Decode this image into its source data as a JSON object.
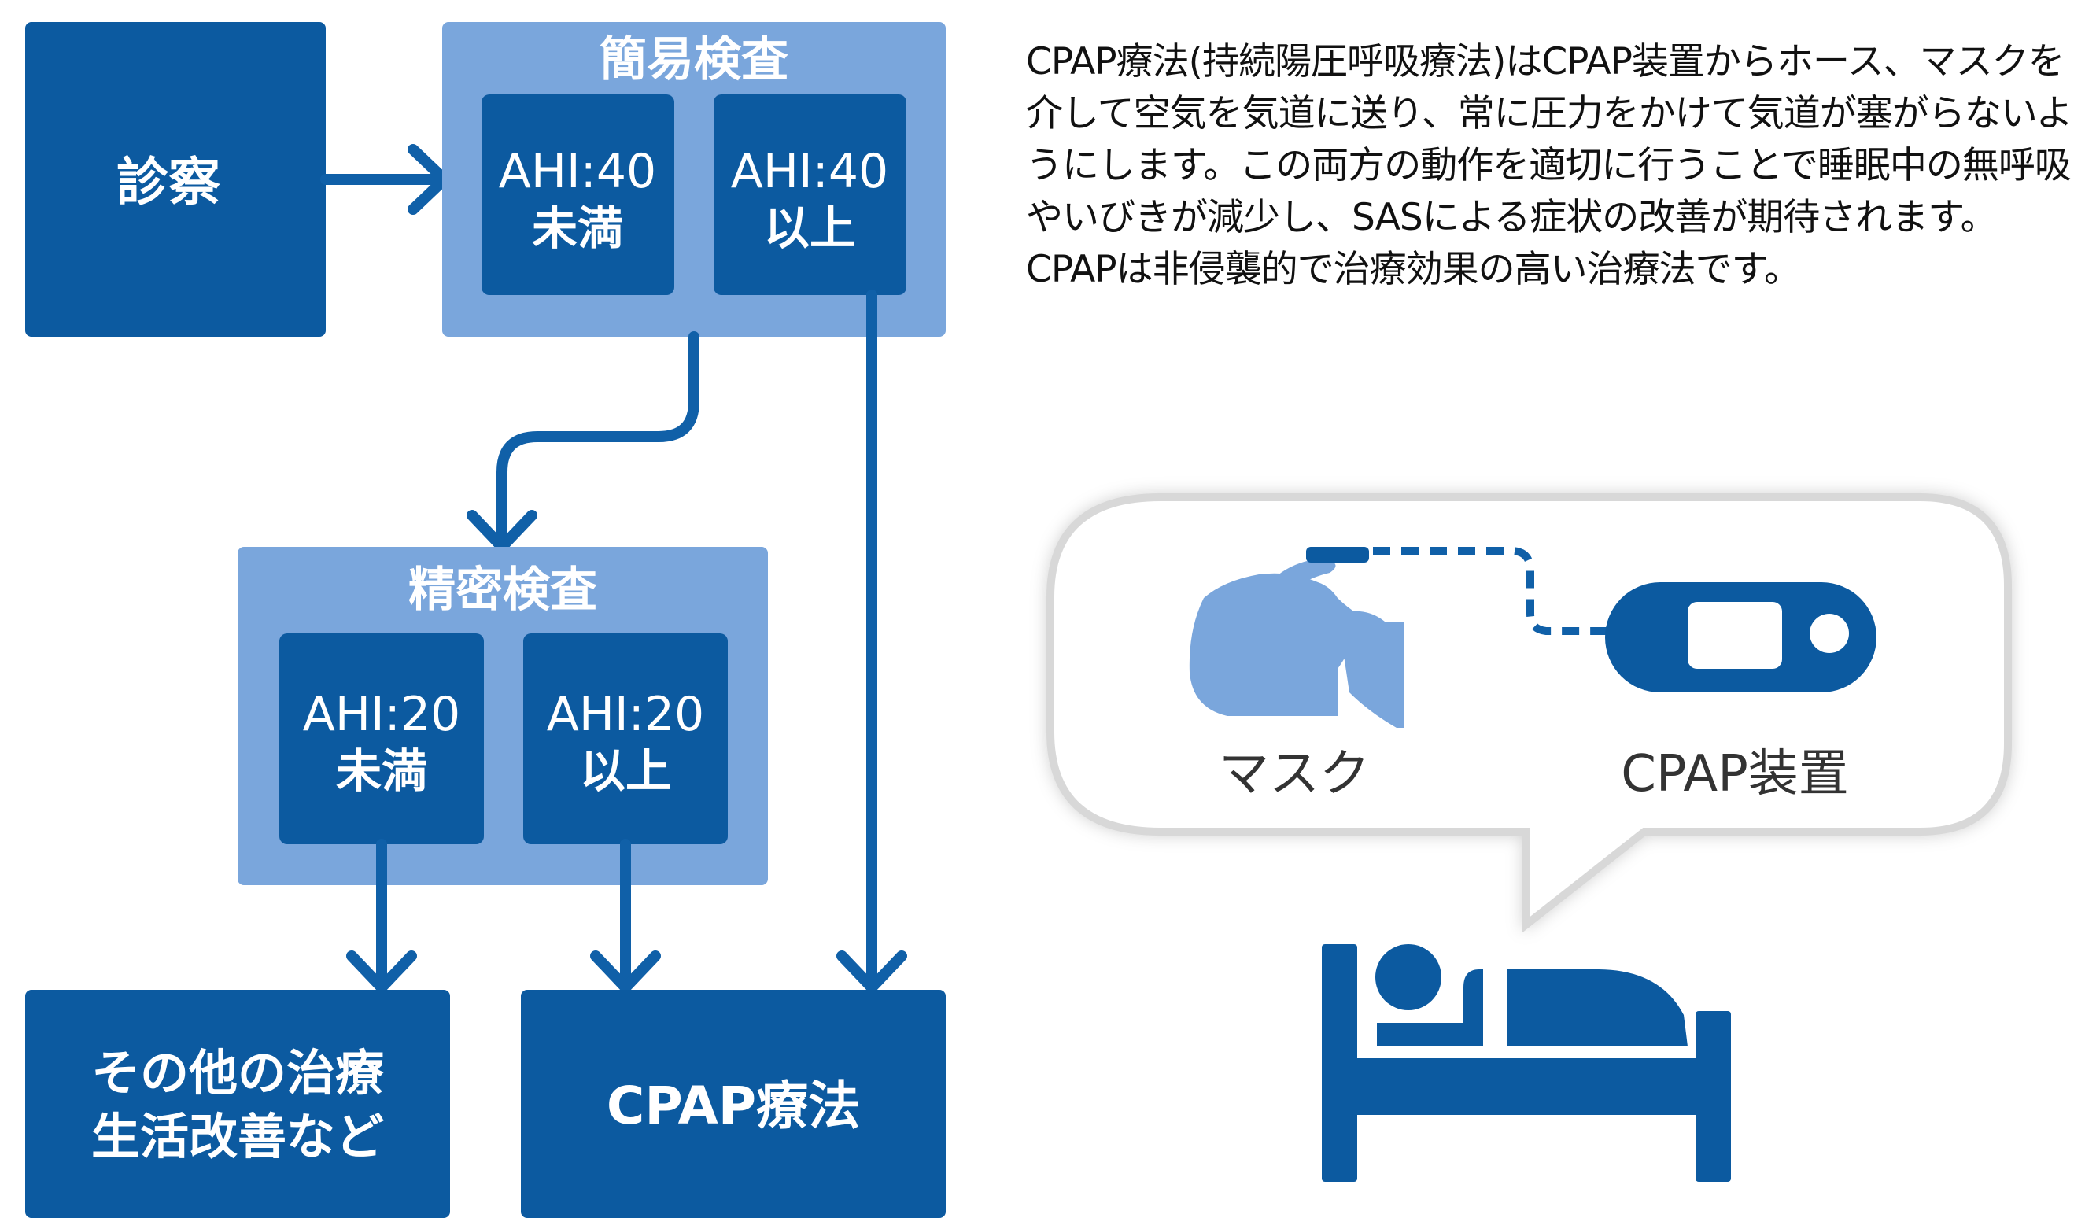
{
  "flow": {
    "consult": "診察",
    "screening": {
      "title": "簡易検査",
      "lower": {
        "line1": "AHI:40",
        "line2": "未満"
      },
      "upper": {
        "line1": "AHI:40",
        "line2": "以上"
      }
    },
    "detailed": {
      "title": "精密検査",
      "lower": {
        "line1": "AHI:20",
        "line2": "未満"
      },
      "upper": {
        "line1": "AHI:20",
        "line2": "以上"
      }
    },
    "other_treatment": {
      "line1": "その他の治療",
      "line2": "生活改善など"
    },
    "cpap_therapy": "CPAP療法"
  },
  "description": {
    "paragraph1": "CPAP療法(持続陽圧呼吸療法)はCPAP装置からホース、マスクを介して空気を気道に送り、常に圧力をかけて気道が塞がらないようにします。この両方の動作を適切に行うことで睡眠中の無呼吸やいびきが減少し、SASによる症状の改善が期待されます。",
    "paragraph2": "CPAPは非侵襲的で治療効果の高い治療法です。"
  },
  "illustration": {
    "mask_label": "マスク",
    "device_label": "CPAP装置"
  },
  "colors": {
    "dark_blue": "#0c5aa0",
    "light_blue": "#7aa6dc",
    "line_blue": "#1060a8"
  }
}
